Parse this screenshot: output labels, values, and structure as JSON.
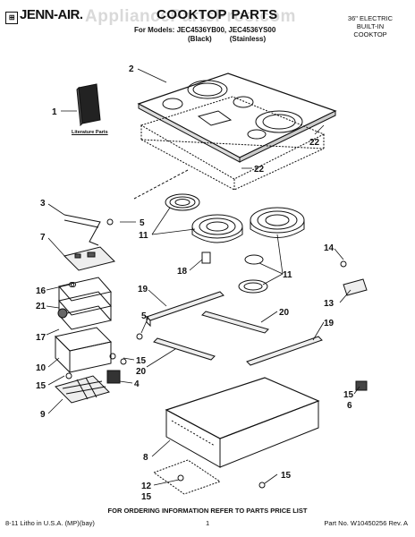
{
  "header": {
    "brand": "JENN-AIR.",
    "title": "COOKTOP PARTS",
    "models_prefix": "For Models: ",
    "models": "JEC4536YB00, JEC4536YS00",
    "variant_black": "(Black)",
    "variant_stainless": "(Stainless)",
    "type_line1": "36\" ELECTRIC",
    "type_line2": "BUILT-IN",
    "type_line3": "COOKTOP",
    "watermark": "AppliancePartsPros.com"
  },
  "diagram": {
    "literature_label": "Literature Parts",
    "callouts": [
      {
        "id": "c1",
        "text": "1"
      },
      {
        "id": "c2",
        "text": "2"
      },
      {
        "id": "c22a",
        "text": "22"
      },
      {
        "id": "c22b",
        "text": "22"
      },
      {
        "id": "c3",
        "text": "3"
      },
      {
        "id": "c5a",
        "text": "5"
      },
      {
        "id": "c11a",
        "text": "11"
      },
      {
        "id": "c7",
        "text": "7"
      },
      {
        "id": "c18",
        "text": "18"
      },
      {
        "id": "c11b",
        "text": "11"
      },
      {
        "id": "c14",
        "text": "14"
      },
      {
        "id": "c16",
        "text": "16"
      },
      {
        "id": "c19a",
        "text": "19"
      },
      {
        "id": "c13",
        "text": "13"
      },
      {
        "id": "c21",
        "text": "21"
      },
      {
        "id": "c5b",
        "text": "5"
      },
      {
        "id": "c20a",
        "text": "20"
      },
      {
        "id": "c17",
        "text": "17"
      },
      {
        "id": "c19b",
        "text": "19"
      },
      {
        "id": "c15a",
        "text": "15"
      },
      {
        "id": "c20b",
        "text": "20"
      },
      {
        "id": "c10",
        "text": "10"
      },
      {
        "id": "c4",
        "text": "4"
      },
      {
        "id": "c15b",
        "text": "15"
      },
      {
        "id": "c15c",
        "text": "15"
      },
      {
        "id": "c6",
        "text": "6"
      },
      {
        "id": "c9",
        "text": "9"
      },
      {
        "id": "c8",
        "text": "8"
      },
      {
        "id": "c15d",
        "text": "15"
      },
      {
        "id": "c12",
        "text": "12"
      },
      {
        "id": "c15e",
        "text": "15"
      }
    ]
  },
  "footer": {
    "order_info": "FOR ORDERING INFORMATION REFER TO PARTS PRICE LIST",
    "litho": "8-11 Litho in U.S.A. (MP)(bay)",
    "page": "1",
    "part_no": "Part No. W10450256 Rev. A"
  }
}
